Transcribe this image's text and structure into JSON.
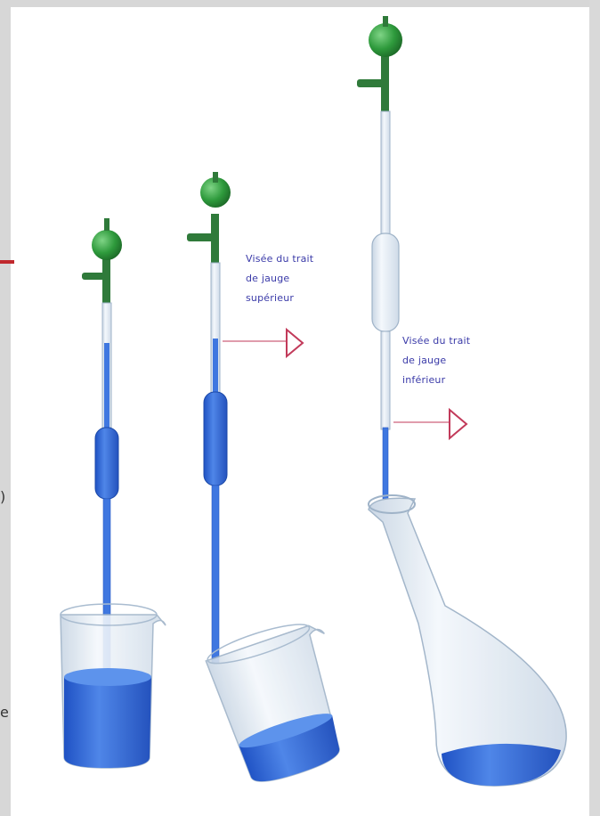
{
  "annotations": {
    "upper": {
      "line1": "Visée du trait",
      "line2": "de jauge",
      "line3": "supérieur"
    },
    "lower": {
      "line1": "Visée du trait",
      "line2": "de jauge",
      "line3": "inférieur"
    }
  },
  "edge_marks": {
    "mark1": ")",
    "mark2": "e"
  },
  "colors": {
    "liquid": "#2f63d6",
    "liquid_light": "#4f86e8",
    "glass": "#dfe8f2",
    "bulb": "#2e9a3c",
    "stem": "#2f7a3a",
    "label_text": "#3a3aa8",
    "eye_marker": "#c23a5a",
    "slide_border": "#d7d7d7",
    "red_accent": "#c0282d"
  }
}
